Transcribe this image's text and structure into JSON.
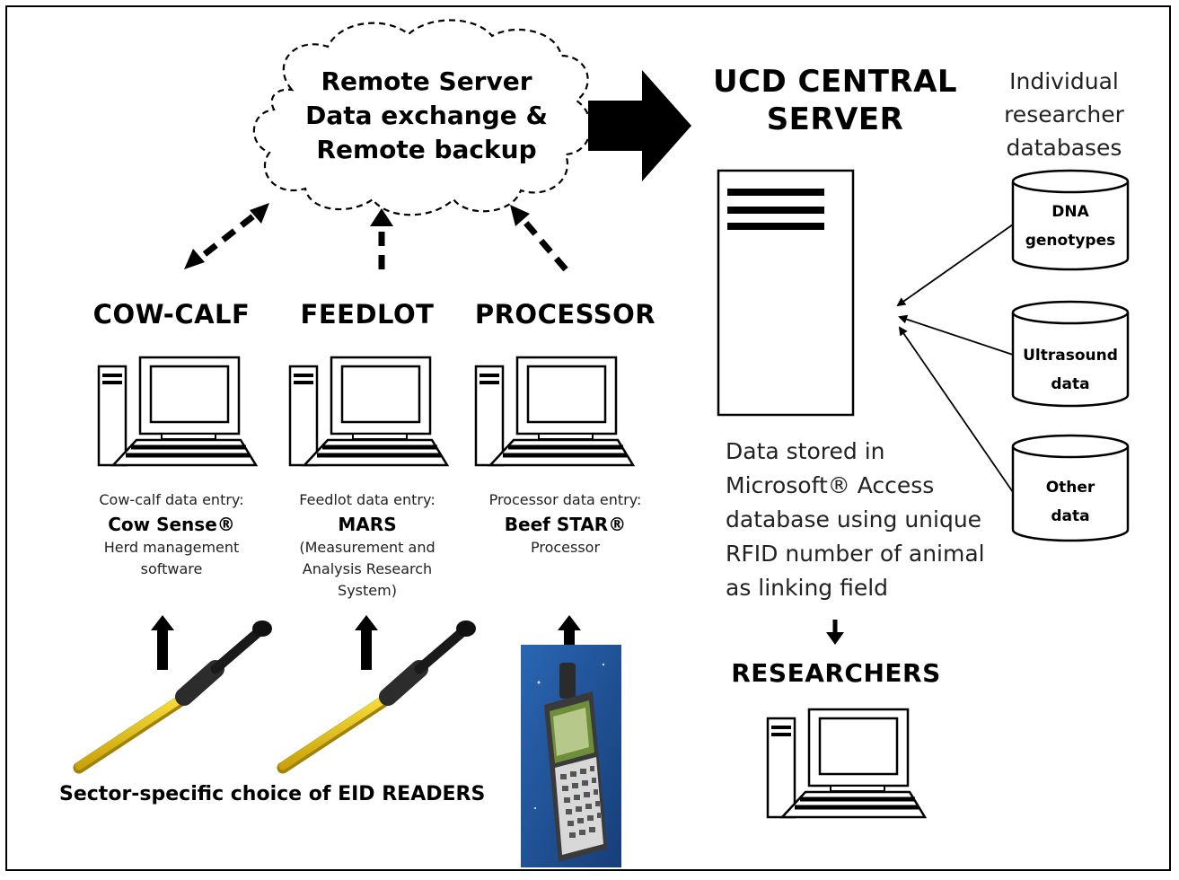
{
  "cloud": {
    "line1": "Remote Server",
    "line2": "Data exchange &",
    "line3": "Remote backup"
  },
  "central": {
    "title_line1": "UCD CENTRAL",
    "title_line2": "SERVER",
    "dbs_line1": "Individual",
    "dbs_line2": "researcher",
    "dbs_line3": "databases",
    "databases": [
      {
        "line1": "DNA",
        "line2": "genotypes"
      },
      {
        "line1": "Ultrasound",
        "line2": "data"
      },
      {
        "line1": "Other",
        "line2": "data"
      }
    ],
    "storage_lines": [
      "Data stored in",
      "Microsoft® Access",
      "database using unique",
      "RFID number of animal",
      "as linking field"
    ]
  },
  "sectors": [
    {
      "title": "COW-CALF",
      "entry": "Cow-calf  data entry:",
      "product": "Cow Sense®",
      "desc_lines": [
        "Herd management",
        "software"
      ]
    },
    {
      "title": "FEEDLOT",
      "entry": "Feedlot data entry:",
      "product": "MARS",
      "desc_lines": [
        "(Measurement and",
        "Analysis Research",
        "System)"
      ]
    },
    {
      "title": "PROCESSOR",
      "entry": "Processor data entry:",
      "product": "Beef STAR®",
      "desc_lines": [
        "Processor"
      ]
    }
  ],
  "researchers": {
    "title": "RESEARCHERS"
  },
  "readers_caption": "Sector-specific choice of EID READERS",
  "colors": {
    "reader_yellow": "#e8c21a",
    "handheld_blue": "#1f4d8f"
  }
}
